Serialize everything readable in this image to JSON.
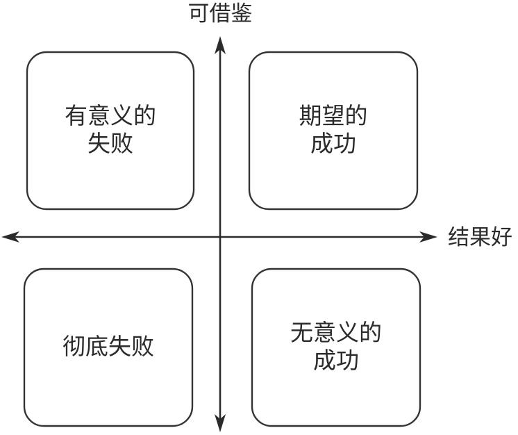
{
  "axes": {
    "vertical_label": "可借鉴",
    "horizontal_label": "结果好"
  },
  "quadrants": {
    "top_left": {
      "line1": "有意义的",
      "line2": "失败"
    },
    "top_right": {
      "line1": "期望的",
      "line2": "成功"
    },
    "bottom_left": {
      "line1": "彻底失败"
    },
    "bottom_right": {
      "line1": "无意义的",
      "line2": "成功"
    }
  }
}
